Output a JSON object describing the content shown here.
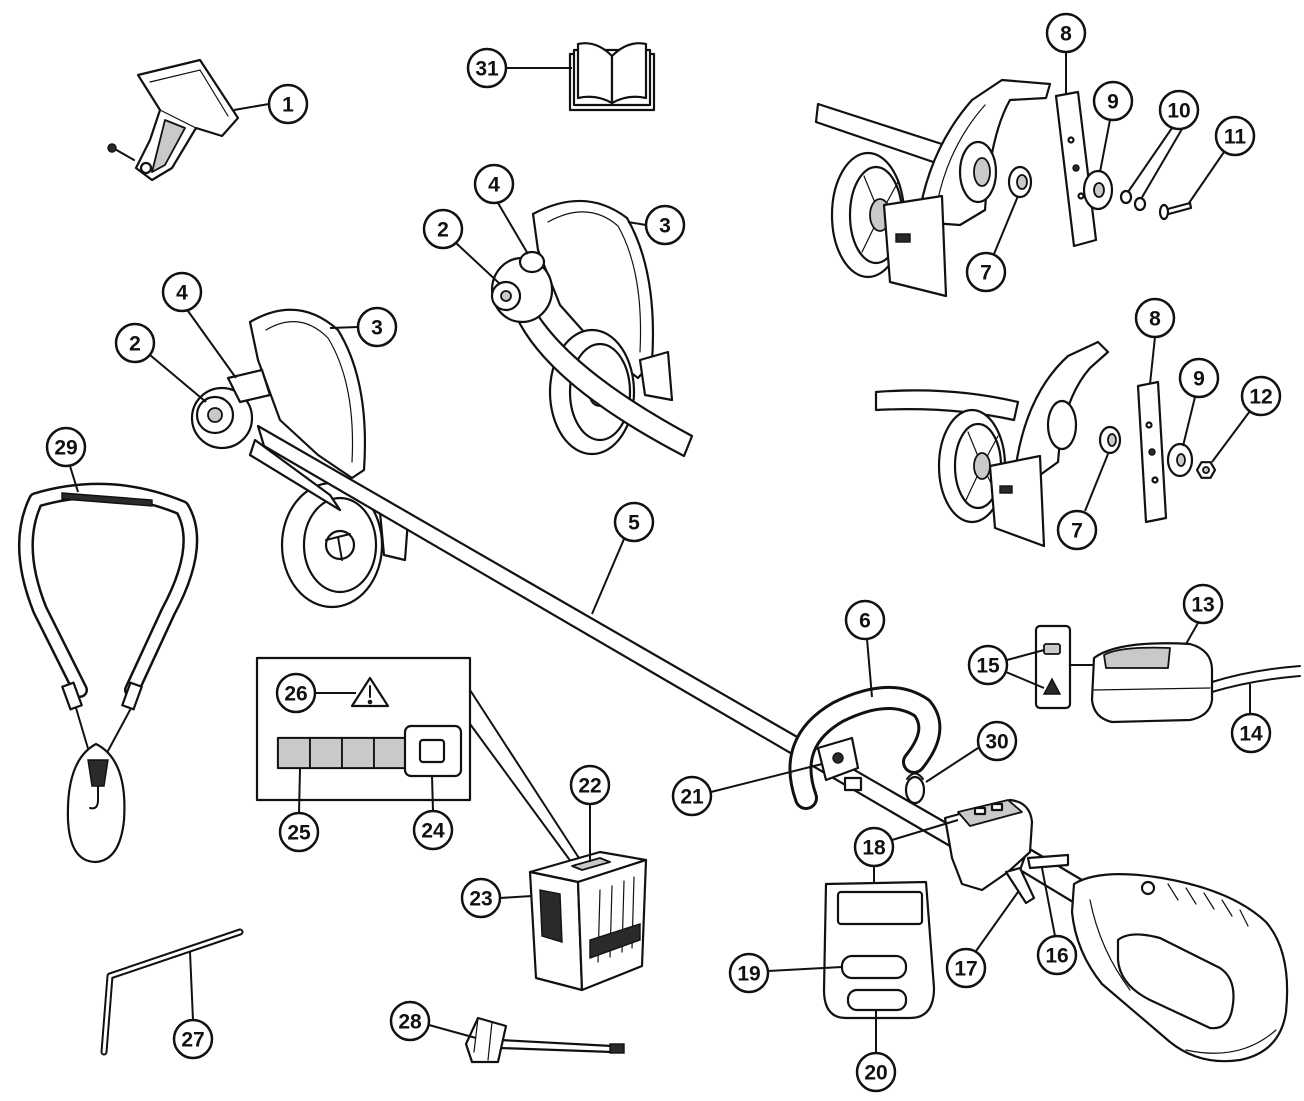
{
  "callouts": [
    "1",
    "2",
    "3",
    "4",
    "5",
    "6",
    "7",
    "8",
    "9",
    "10",
    "11",
    "12",
    "13",
    "14",
    "15",
    "16",
    "17",
    "18",
    "19",
    "20",
    "21",
    "22",
    "23",
    "24",
    "25",
    "26",
    "27",
    "28",
    "29",
    "30",
    "31"
  ],
  "icons": {
    "manual": "book-icon",
    "warning": "warning-triangle-icon",
    "charge_indicator": "battery-status-icon"
  },
  "colors": {
    "line": "#111111",
    "background": "#ffffff",
    "shade": "#c9c9c9"
  }
}
